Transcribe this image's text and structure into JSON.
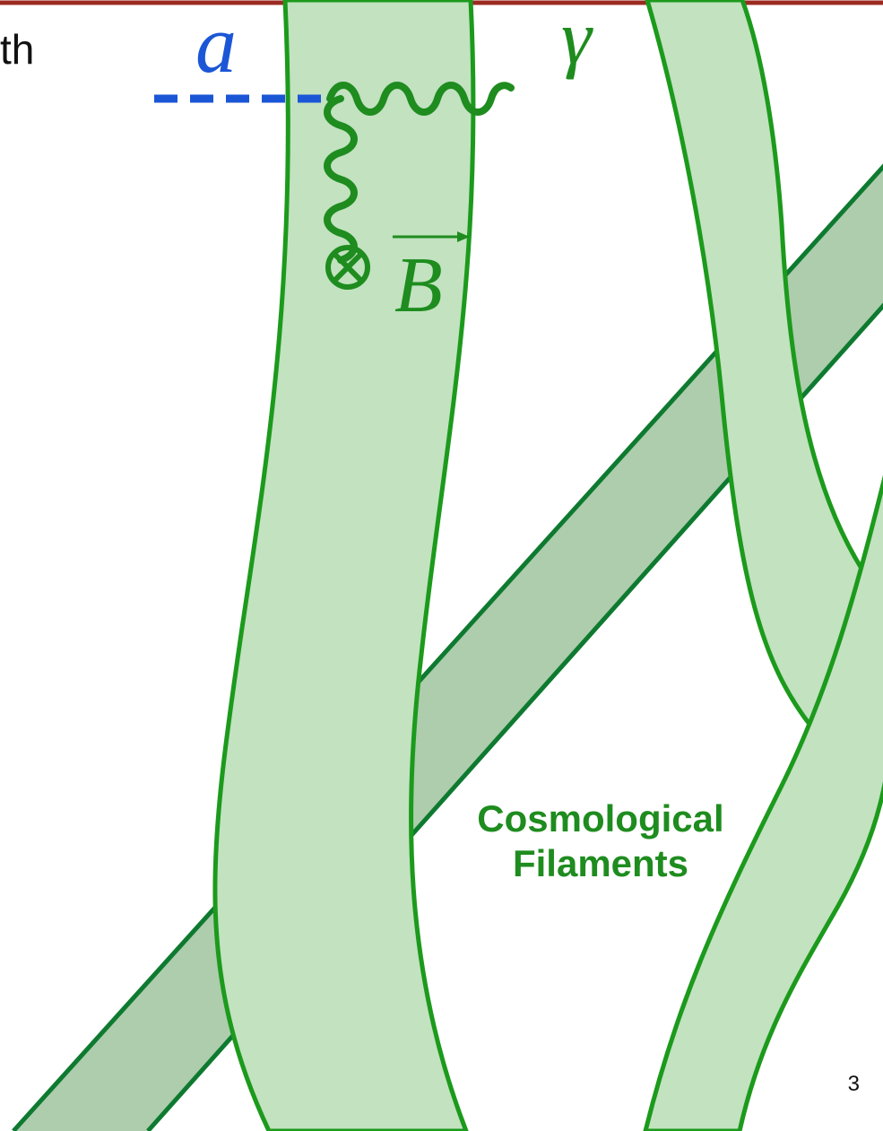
{
  "slide": {
    "cut_off_text": "th",
    "page_number": "3",
    "caption_line1": "Cosmological",
    "caption_line2": "Filaments"
  },
  "diagram": {
    "axion_symbol": "a",
    "photon_symbol": "γ",
    "field_symbol": "B",
    "vertex_symbol": "⊗"
  },
  "colors": {
    "top_rule": "#9b2a22",
    "filament_fill_light": "#c2e2c0",
    "filament_fill_dark": "#adcdad",
    "filament_stroke": "#1c9a1c",
    "filament_stroke_dark": "#0e7a30",
    "axion_blue": "#1b56d6",
    "diagram_green": "#1e8c1e",
    "text": "#111111"
  }
}
